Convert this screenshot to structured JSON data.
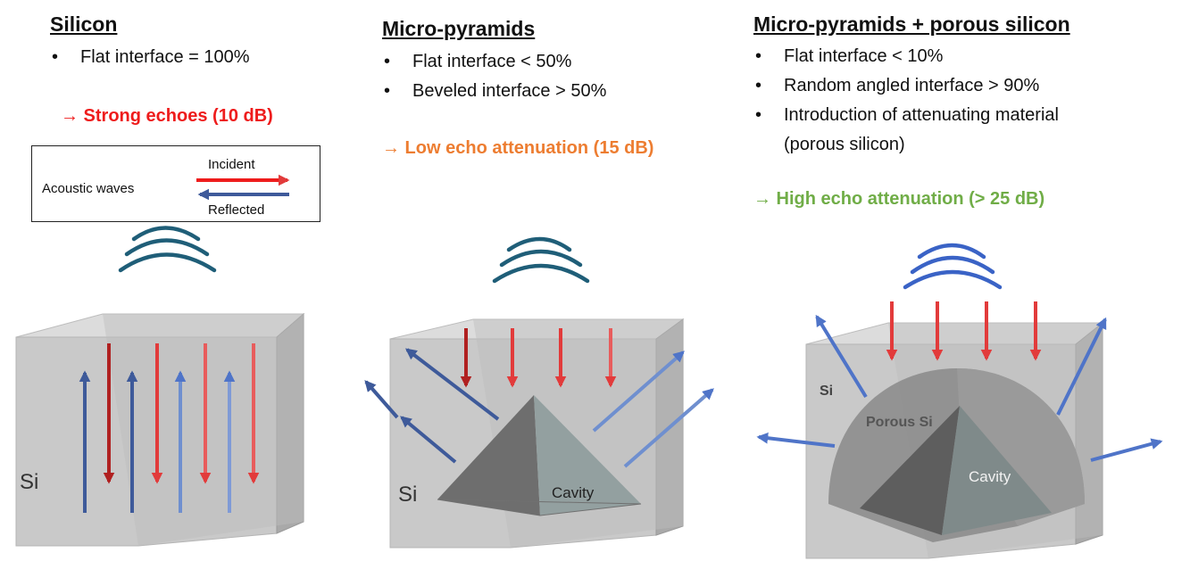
{
  "colors": {
    "incident": "#e23b3b",
    "reflected": "#3e5a9a",
    "reflected_light": "#4f74c8",
    "wave_dark": "#1f5e78",
    "wave_blue": "#3a63c6",
    "red_text": "#ee1c1c",
    "orange_text": "#ed7d31",
    "green_text": "#70ad47",
    "cube_front": "#c8c8c8",
    "cube_top": "#dcdcdc",
    "cube_side": "#a8a8a8"
  },
  "panels": [
    {
      "title": "Silicon",
      "bullets": [
        "Flat interface = 100%"
      ],
      "conclusion": "→ Strong echoes (10 dB)",
      "material_label": "Si"
    },
    {
      "title": "Micro-pyramids",
      "bullets": [
        "Flat interface < 50%",
        "Beveled interface > 50%"
      ],
      "conclusion": "→ Low echo attenuation (15 dB)",
      "material_label": "Si",
      "cavity_label": "Cavity"
    },
    {
      "title": "Micro-pyramids + porous silicon",
      "bullets": [
        "Flat interface < 10%",
        "Random angled interface > 90%",
        "Introduction of attenuating material"
      ],
      "bullet_continuation": "(porous silicon)",
      "conclusion": "→ High echo attenuation (> 25 dB)",
      "material_label": "Si",
      "porous_label": "Porous Si",
      "cavity_label": "Cavity"
    }
  ],
  "legend": {
    "title": "Acoustic waves",
    "incident": "Incident",
    "reflected": "Reflected"
  }
}
